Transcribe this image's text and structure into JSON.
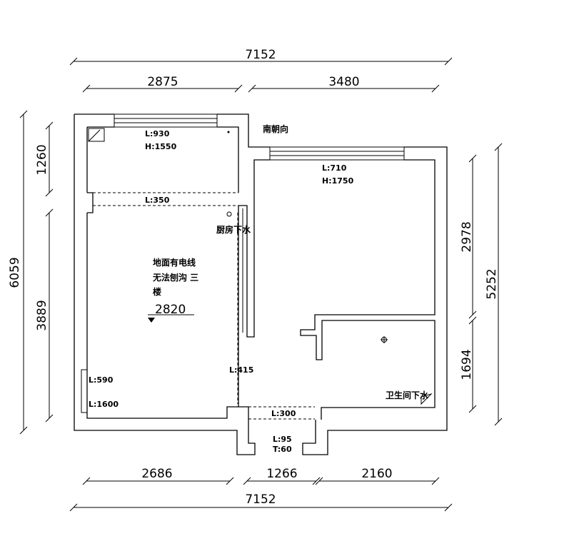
{
  "dimensions": {
    "top_total": "7152",
    "top_left": "2875",
    "top_right": "3480",
    "bottom_total": "7152",
    "bottom_left": "2686",
    "bottom_mid": "1266",
    "bottom_right": "2160",
    "left_total": "6059",
    "left_top": "1260",
    "left_bottom": "3889",
    "right_total": "5252",
    "right_top": "2978",
    "right_bottom": "1694"
  },
  "annotations": {
    "south": "南朝向",
    "win1_l": "L:930",
    "win1_h": "H:1550",
    "win2_l": "L:710",
    "win2_h": "H:1750",
    "beam": "L:350",
    "kitchen_drain": "厨房下水",
    "floor_note_1": "地面有电线",
    "floor_note_2": "无法刨沟 三",
    "floor_note_3": "楼",
    "height": "2820",
    "side_l": "L:415",
    "small_l1": "L:590",
    "small_l2": "L:1600",
    "corridor_l": "L:300",
    "bath_drain": "卫生间下水",
    "door_l": "L:95",
    "door_t": "T:60"
  }
}
